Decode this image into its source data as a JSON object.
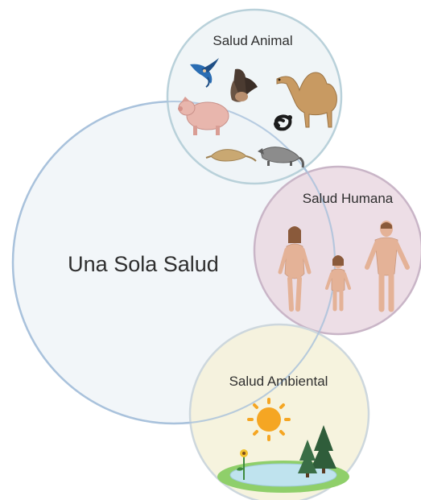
{
  "diagram": {
    "center_title": "Una Sola Salud",
    "circles": {
      "animal": {
        "label": "Salud Animal",
        "fill": "#eef4f6",
        "stroke": "#b9d1da"
      },
      "human": {
        "label": "Salud Humana",
        "fill": "#ead8e2",
        "stroke": "#c9b5c7"
      },
      "environment": {
        "label": "Salud Ambiental",
        "fill": "#f5f1d9",
        "stroke": "#cdd7dd"
      },
      "main": {
        "fill": "#eef3f7",
        "stroke": "#a9c2dc"
      }
    },
    "icons": {
      "animal": [
        "swallow-icon",
        "bat-icon",
        "camel-icon",
        "pig-icon",
        "snake-icon",
        "pangolin-icon",
        "civet-icon"
      ],
      "human": [
        "woman-icon",
        "child-icon",
        "man-icon"
      ],
      "environment": [
        "sun-icon",
        "sunflower-icon",
        "pine-tree-icon",
        "pond-icon"
      ]
    }
  }
}
